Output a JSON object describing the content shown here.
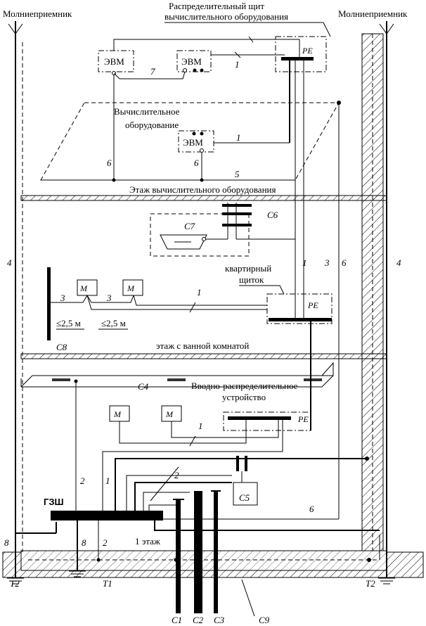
{
  "labels": {
    "lightning_left": "Молниеприемник",
    "lightning_right": "Молниеприемник",
    "panel_title_1": "Распределительный щит",
    "panel_title_2": "вычислительного оборудования",
    "computer_equipment_1": "Вычислительное",
    "computer_equipment_2": "оборудование",
    "floor_computers": "Этаж вычислительного оборудования",
    "apartment_panel_1": "квартирный",
    "apartment_panel_2": "щиток",
    "floor_bathroom": "этаж с ванной комнатой",
    "input_device_1": "Вводно-распределительное",
    "input_device_2": "устройство",
    "gzsh": "ГЗШ",
    "floor_1": "1 этаж",
    "dist_1": "≤2,5 м",
    "dist_2": "≤2,5 м"
  },
  "devices": {
    "evm_1": "ЭВМ",
    "evm_2": "ЭВМ",
    "evm_3": "ЭВМ",
    "pe_top": "PE",
    "pe_mid": "PE",
    "pe_bottom": "PE",
    "m_1": "M",
    "m_2": "M",
    "m_3": "M",
    "m_4": "M"
  },
  "codes": {
    "c1": "C1",
    "c2": "C2",
    "c3": "C3",
    "c4": "C4",
    "c5": "C5",
    "c6": "C6",
    "c7": "C7",
    "c8": "C8",
    "c9": "C9",
    "t1": "T1",
    "t2_left": "T2",
    "t2_right": "T2"
  },
  "numbers": {
    "n1_top": "1",
    "n7": "7",
    "n1_evm": "1",
    "n6_a": "6",
    "n6_b": "6",
    "n5": "5",
    "n4_left": "4",
    "n4_right": "4",
    "n1_mid": "1",
    "n3_mid": "3",
    "n6_mid": "6",
    "n3_m1": "3",
    "n3_m2": "3",
    "n1_m": "1",
    "n2_left": "2",
    "n1_low": "1",
    "n1_bottom_m": "1",
    "n2_low": "2",
    "n6_low": "6",
    "n8_left": "8",
    "n8_mid": "8",
    "n2_base": "2"
  }
}
